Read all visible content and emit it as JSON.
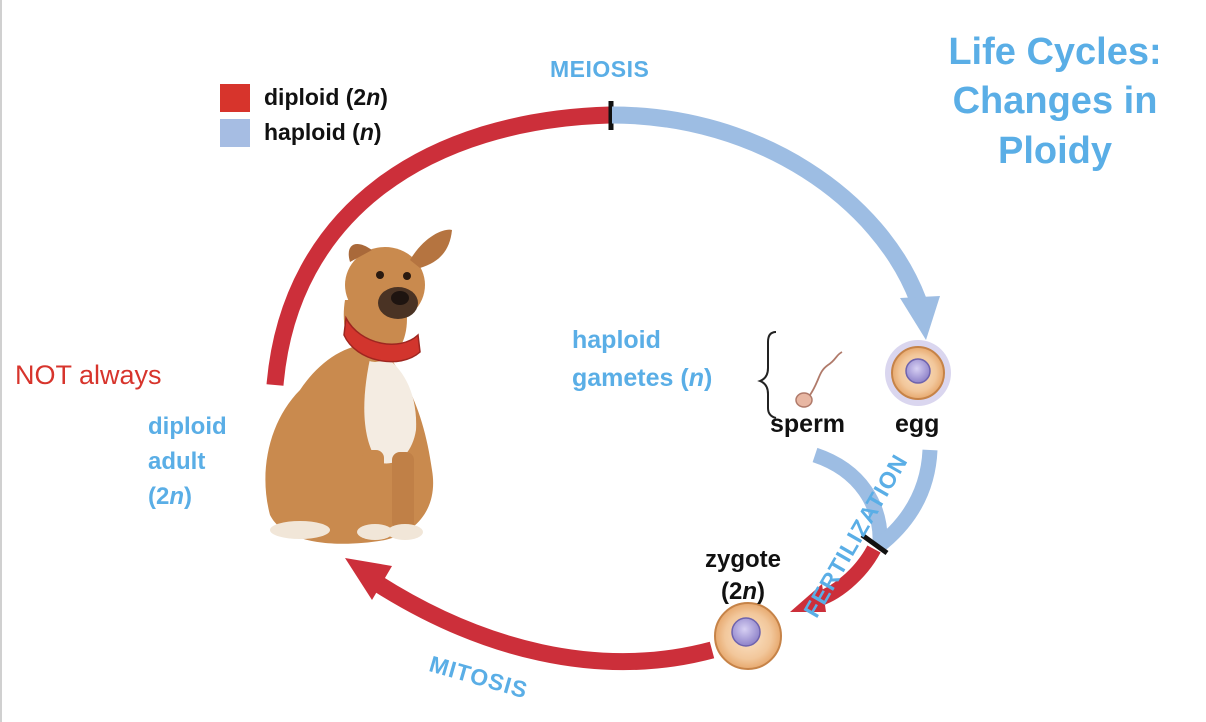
{
  "title": {
    "lines": [
      "Life Cycles:",
      "Changes in",
      "Ploidy"
    ]
  },
  "legend": {
    "diploid": {
      "text": "diploid (2",
      "italic": "n",
      "suffix": ")",
      "color": "#d7342c"
    },
    "haploid": {
      "text": "haploid (",
      "italic": "n",
      "suffix": ")",
      "color": "#a6bde3"
    }
  },
  "labels": {
    "meiosis": "MEIOSIS",
    "not_always": "NOT always",
    "diploid_adult": {
      "line1": "diploid",
      "line2": "adult",
      "line3_prefix": "(2",
      "line3_italic": "n",
      "line3_suffix": ")"
    },
    "haploid_gametes": {
      "line1": "haploid",
      "line2_prefix": "gametes (",
      "line2_italic": "n",
      "line2_suffix": ")"
    },
    "sperm": "sperm",
    "egg": "egg",
    "zygote": {
      "line1": "zygote",
      "line2_prefix": "(2",
      "line2_italic": "n",
      "line2_suffix": ")"
    },
    "mitosis": "MITOSIS",
    "fertilization": "FERTILIZATION"
  },
  "colors": {
    "diploid_arc": "#cc2f3a",
    "haploid_arc": "#9dbde3",
    "label_blue": "#5aaee6",
    "dog_fur": "#c98a4e",
    "dog_collar": "#d2352d",
    "cell_outer": "#f2c79b",
    "cell_nucleus": "#9a8fd0"
  }
}
